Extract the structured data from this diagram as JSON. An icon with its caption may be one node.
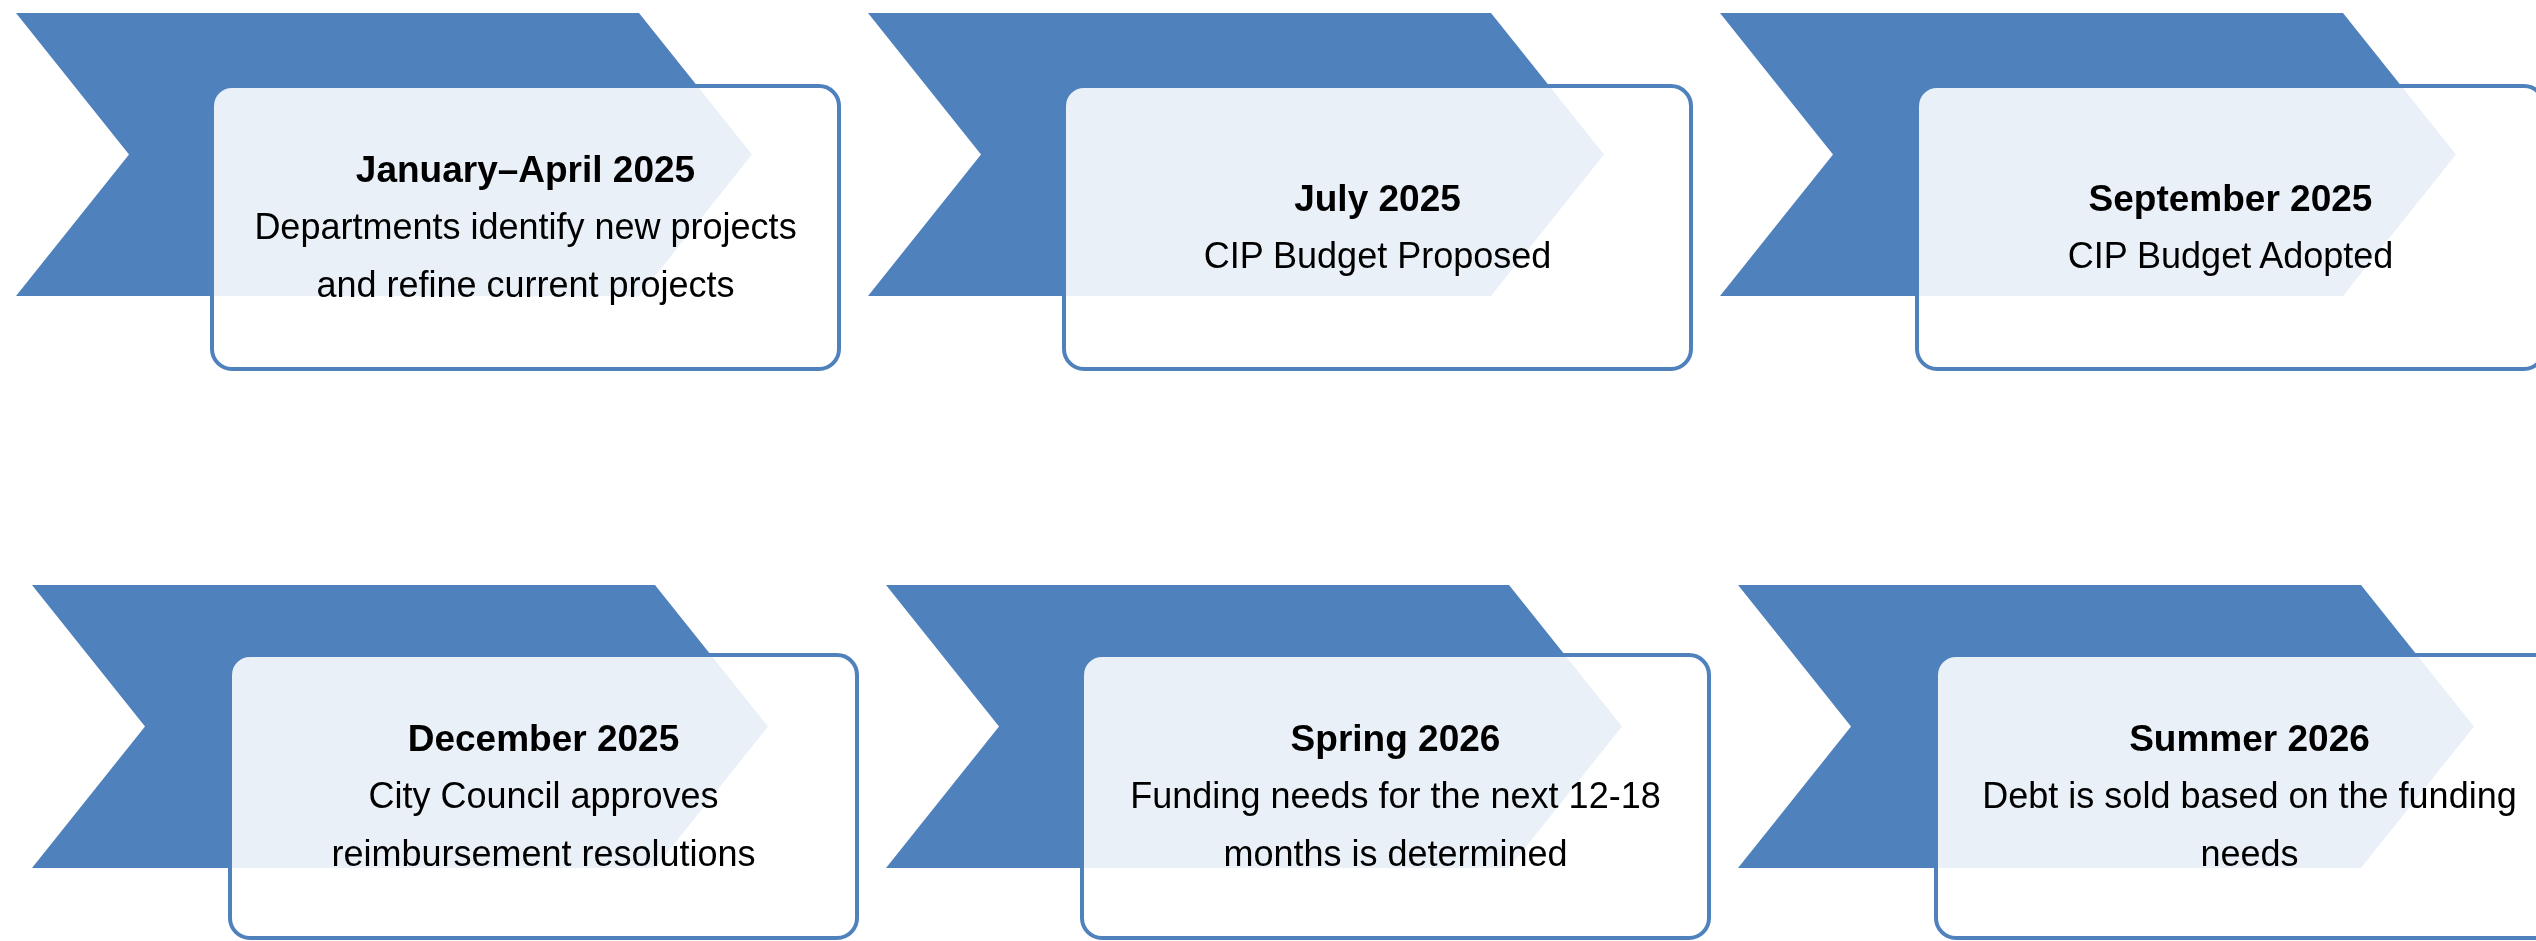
{
  "diagram": {
    "nodes": [
      {
        "text": [],
        "shape": "chevron"
      },
      {
        "text": [
          "January–April 2025",
          "Departments identify new projects and refine current projects"
        ]
      },
      {
        "text": [],
        "shape": "chevron"
      },
      {
        "text": [
          "July 2025",
          "CIP Budget Proposed"
        ]
      },
      {
        "text": [],
        "shape": "chevron"
      },
      {
        "text": [
          "September 2025",
          "CIP Budget Adopted"
        ]
      },
      {
        "text": [],
        "shape": "chevron"
      },
      {
        "text": [
          "December 2025",
          "City Council approves reimbursement resolutions"
        ]
      },
      {
        "text": [],
        "shape": "chevron"
      },
      {
        "text": [
          "Spring 2026",
          "Funding needs for the next 12-18 months is determined"
        ]
      },
      {
        "text": [],
        "shape": "chevron"
      },
      {
        "text": [
          "Summer 2026",
          "Debt is sold based on the funding needs"
        ]
      }
    ],
    "edges": []
  }
}
